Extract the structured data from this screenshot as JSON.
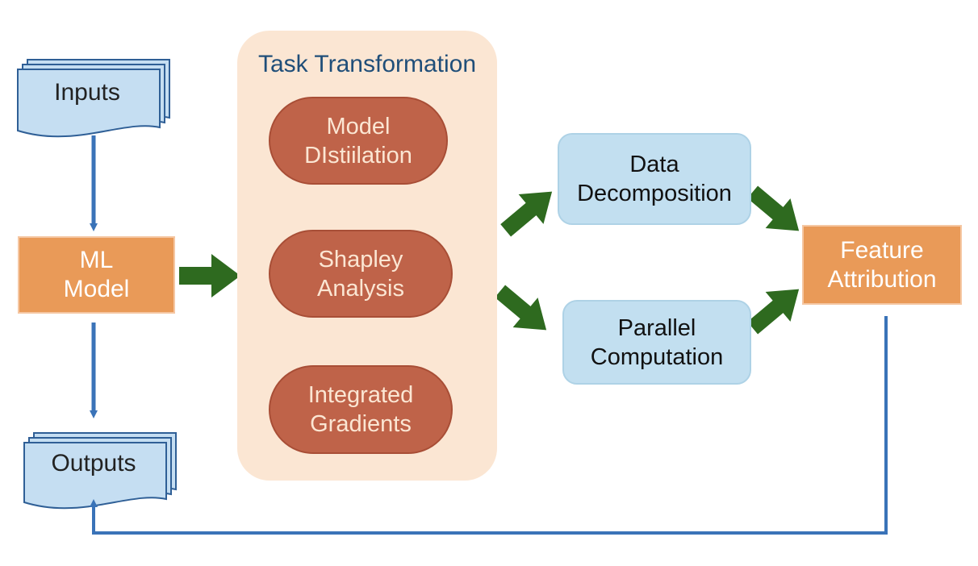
{
  "inputs": {
    "label": "Inputs"
  },
  "ml_model": {
    "label": "ML\nModel"
  },
  "outputs": {
    "label": "Outputs"
  },
  "task_transformation": {
    "title": "Task Transformation",
    "methods": [
      "Model\nDIstiilation",
      "Shapley\nAnalysis",
      "Integrated\nGradients"
    ]
  },
  "parallelism": {
    "data_decomposition": "Data\nDecomposition",
    "parallel_computation": "Parallel\nComputation"
  },
  "feature_attribution": {
    "label": "Feature\nAttribution"
  },
  "colors": {
    "blue_connector": "#3a73b8",
    "green_arrow": "#2e6a1f",
    "orange_box": "#e99a58",
    "pill_fill": "#bf6349",
    "panel_fill": "#fbe6d3",
    "light_blue_box": "#c2dff0",
    "title_text": "#1f4e79"
  }
}
